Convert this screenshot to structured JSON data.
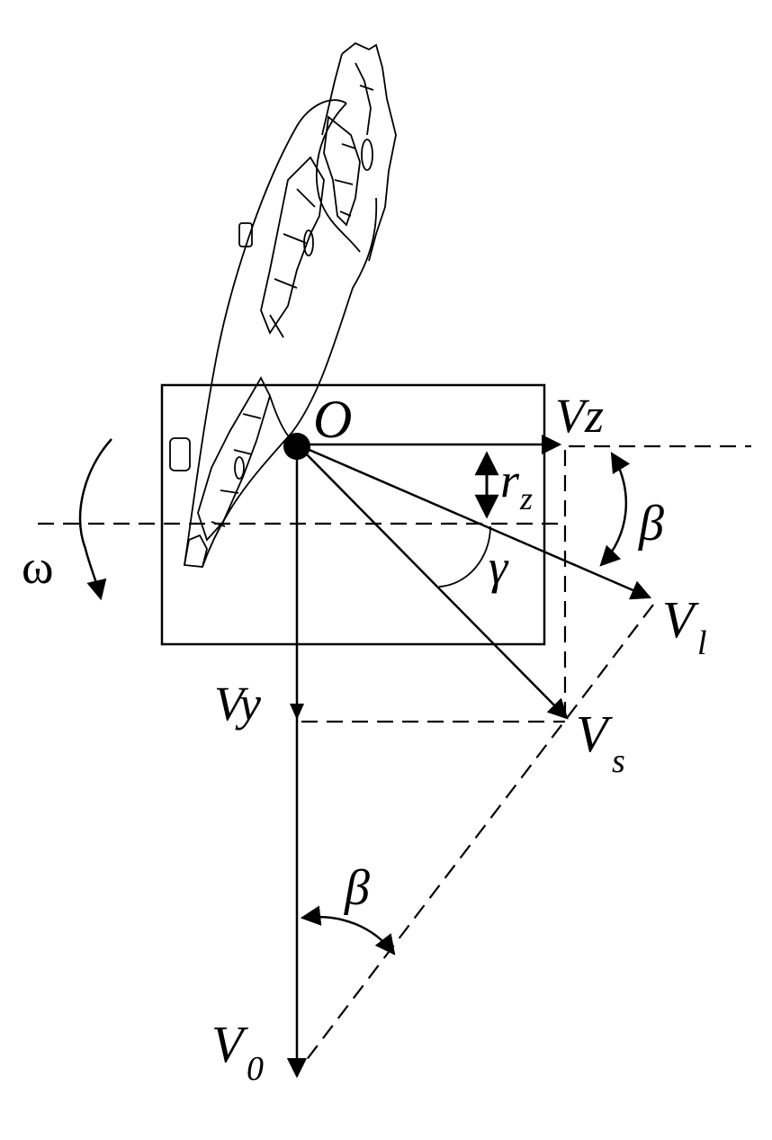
{
  "labels": {
    "origin": "O",
    "vz": "Vz",
    "vy": "Vy",
    "vl_main": "V",
    "vl_sub": "l",
    "vs_main": "V",
    "vs_sub": "s",
    "v0_main": "V",
    "v0_sub": "0",
    "rz_main": "r",
    "rz_sub": "z",
    "beta_top": "β",
    "beta_bottom": "β",
    "gamma": "γ",
    "omega": "ω"
  },
  "colors": {
    "ink": "#000000",
    "background": "#ffffff"
  }
}
